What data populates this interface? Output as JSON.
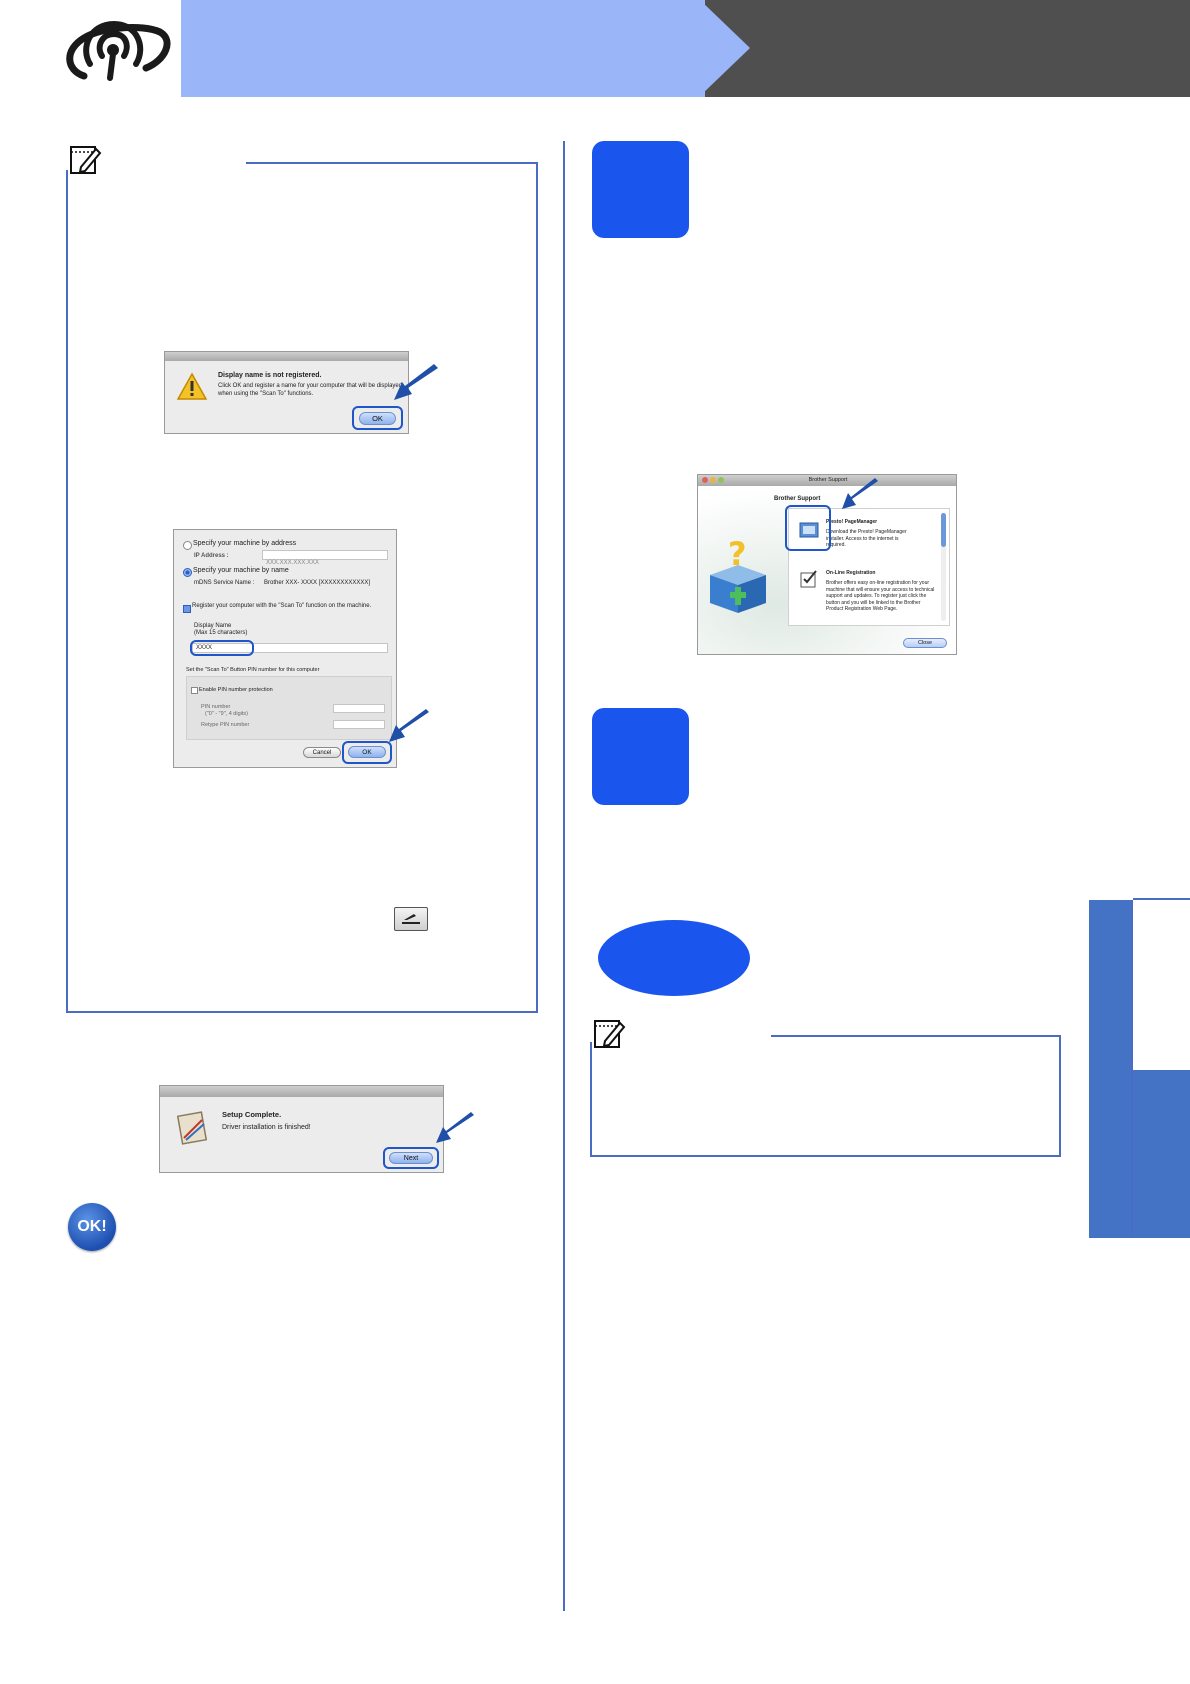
{
  "colors": {
    "header_light": "#9ab6f8",
    "header_dark": "#4f4f4f",
    "accent_blue": "#1a55ee",
    "frame_blue": "#4a6cc4",
    "side_tab_blue": "#4472c4"
  },
  "icons": {
    "header": "wireless-icon",
    "note": "note-pencil-icon",
    "warning": "warning-icon",
    "scan_key": "scan-key-icon",
    "arrow": "pointer-arrow-icon",
    "ok": "ok-badge-icon"
  },
  "dialog_display_name": {
    "heading": "Display name is not registered.",
    "body": "Click OK and register a name for your computer that will be displayed when using the \"Scan To\" functions.",
    "ok_label": "OK"
  },
  "dialog_scan_settings": {
    "radio_address": "Specify your machine by address",
    "ip_label": "IP Address :",
    "ip_value": "XXX.XXX.XXX.XXX",
    "radio_name": "Specify your machine by name",
    "mdns_label": "mDNS Service Name :",
    "mdns_value": "Brother XXX- XXXX [XXXXXXXXXXXX]",
    "register_checkbox": "Register your computer with the \"Scan To\" function on the machine.",
    "display_name_label": "Display Name",
    "display_name_hint": "(Max 15 characters)",
    "display_name_value": "XXXX",
    "pin_section": "Set the \"Scan To\" Button PIN number for this computer",
    "pin_checkbox": "Enable PIN number protection",
    "pin_label": "PIN number",
    "pin_hint": "(\"0\" - \"9\",  4 digits)",
    "retype_label": "Retype PIN number",
    "cancel_label": "Cancel",
    "ok_label": "OK"
  },
  "dialog_setup_complete": {
    "heading": "Setup Complete.",
    "body": "Driver installation is finished!",
    "next_label": "Next"
  },
  "dialog_brother_support": {
    "window_title": "Brother Support",
    "heading": "Brother Support",
    "item1_title": "Presto! PageManager",
    "item1_body": "Download the Presto! PageManager installer. Access to the internet is required.",
    "item2_title": "On-Line Registration",
    "item2_body": "Brother offers easy on-line registration for your machine that will ensure your access to technical support and updates. To register just click the button and you will be linked to the Brother Product Registration Web Page.",
    "close_label": "Close"
  },
  "ok_badge": "OK!"
}
